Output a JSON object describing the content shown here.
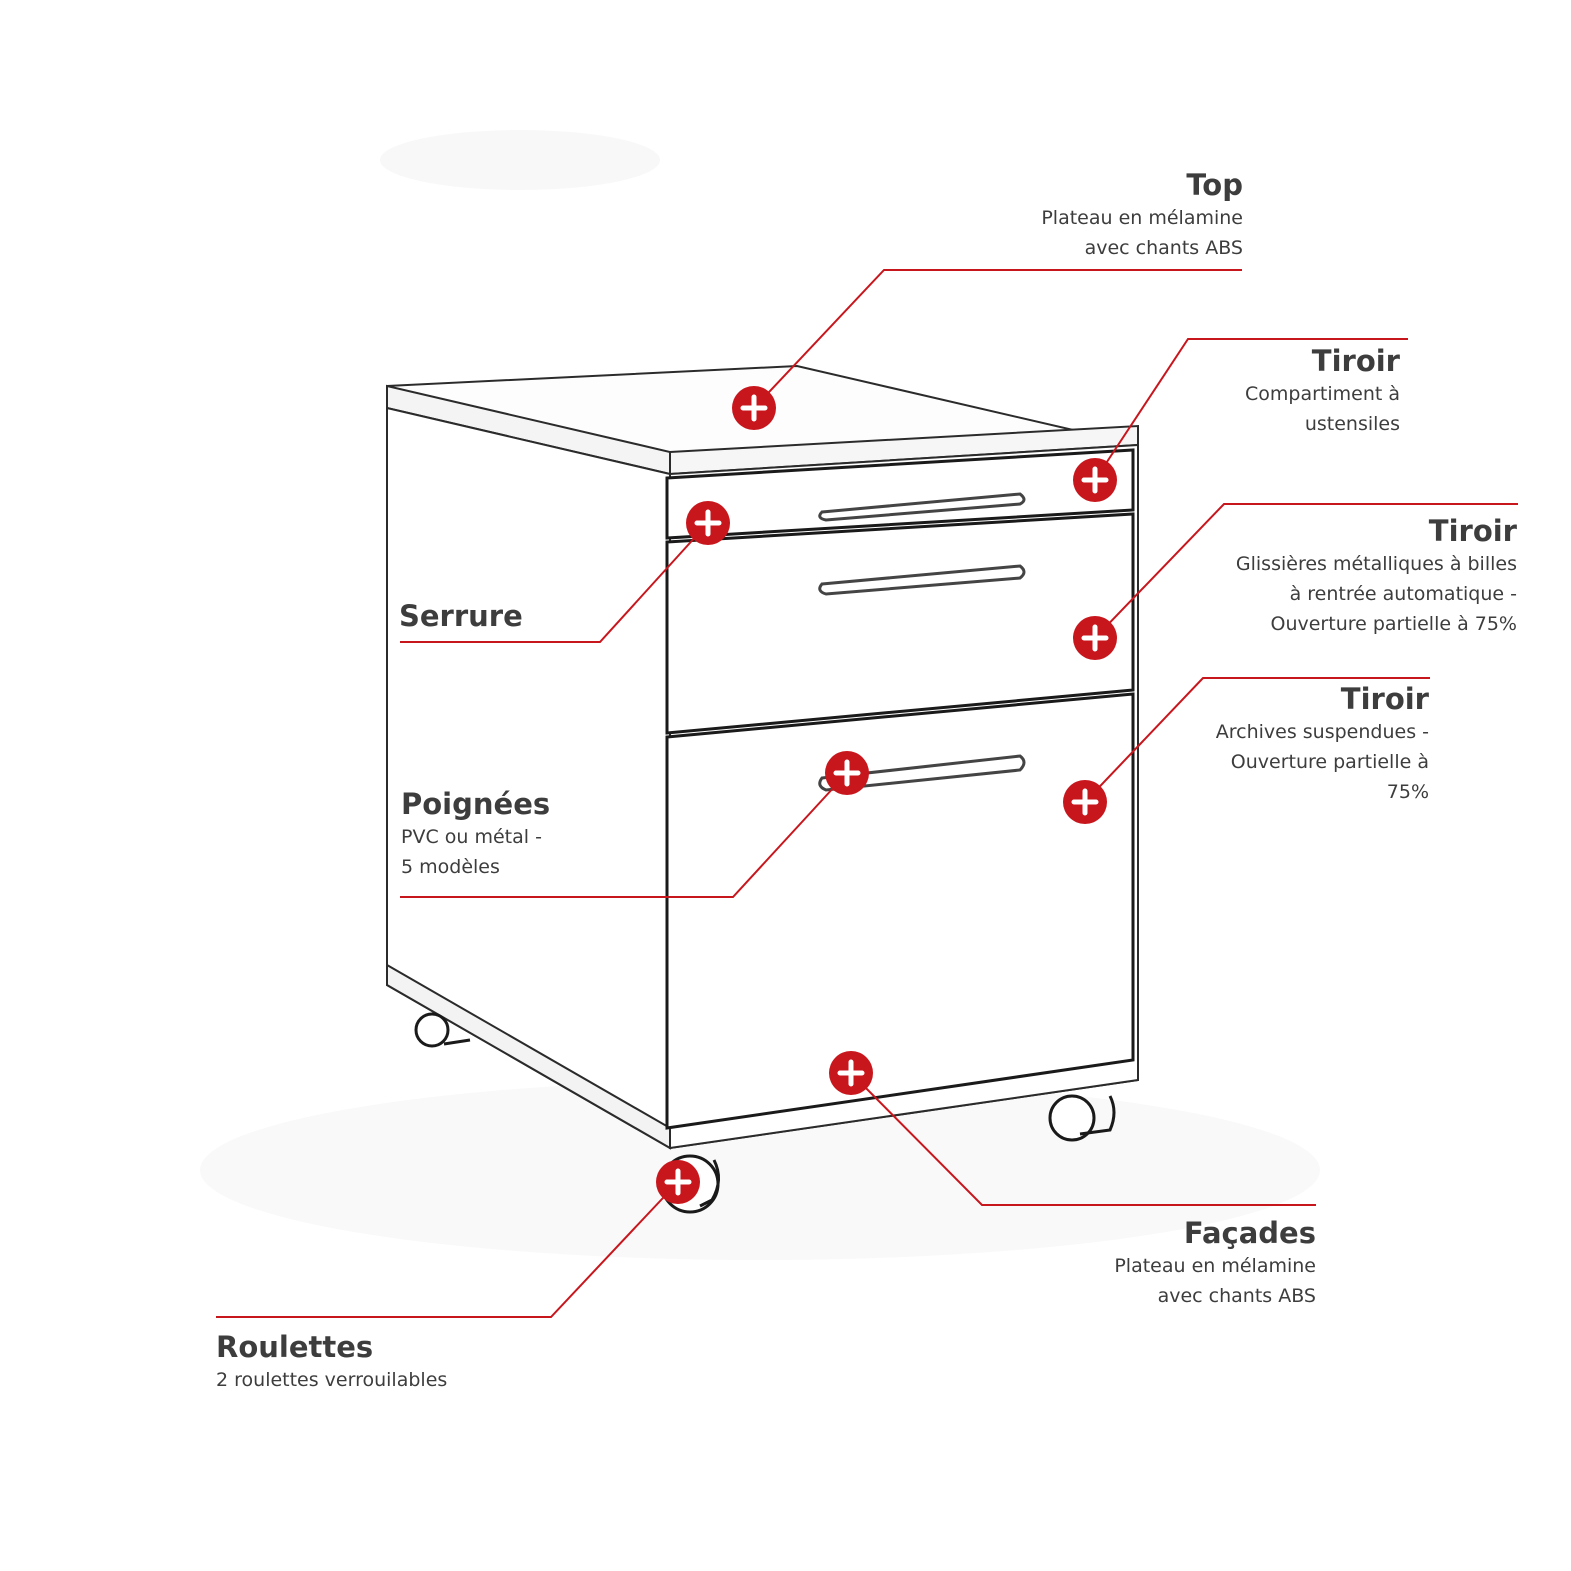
{
  "colors": {
    "accent": "#c8161d",
    "outline": "#2b2b2b",
    "text": "#3d3d3d"
  },
  "icons": {
    "hotspot": "plus-circle-icon"
  },
  "callouts": [
    {
      "id": "top",
      "title": "Top",
      "desc": "Plateau en mélamine\navec chants ABS"
    },
    {
      "id": "tiroir-1",
      "title": "Tiroir",
      "desc": "Compartiment à\nustensiles"
    },
    {
      "id": "tiroir-2",
      "title": "Tiroir",
      "desc": "Glissières métalliques à billes\nà rentrée automatique -\nOuverture partielle à 75%"
    },
    {
      "id": "tiroir-3",
      "title": "Tiroir",
      "desc": "Archives suspendues -\nOuverture partielle à\n75%"
    },
    {
      "id": "serrure",
      "title": "Serrure",
      "desc": ""
    },
    {
      "id": "poignees",
      "title": "Poignées",
      "desc": "PVC ou métal -\n5 modèles"
    },
    {
      "id": "facades",
      "title": "Façades",
      "desc": "Plateau en mélamine\navec chants ABS"
    },
    {
      "id": "roulettes",
      "title": "Roulettes",
      "desc": "2 roulettes verrouilables"
    }
  ]
}
